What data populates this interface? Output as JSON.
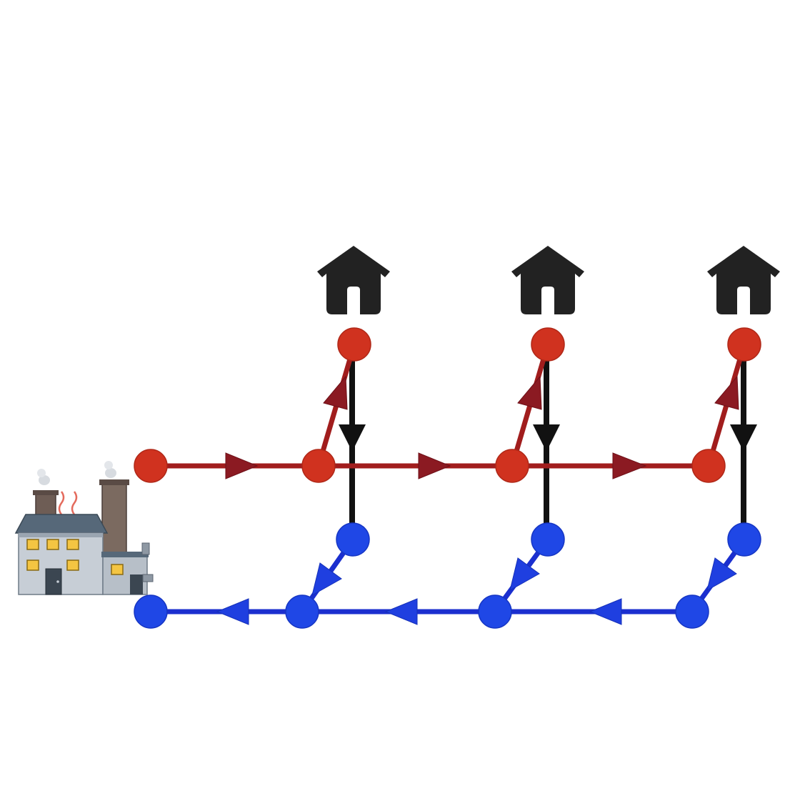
{
  "colors": {
    "background": "#ffffff",
    "supply_node": "#d0321f",
    "supply_pipe": "#a11d1d",
    "supply_arrow": "#8b1a22",
    "return_node": "#1f47e6",
    "return_pipe": "#1b2fcf",
    "connector": "#111111",
    "house": "#222222"
  },
  "icons": {
    "source": "factory-icon",
    "consumer": "house-icon"
  },
  "consumers": [
    {
      "icon": "house-icon"
    },
    {
      "icon": "house-icon"
    },
    {
      "icon": "house-icon"
    }
  ],
  "flow": {
    "supply_direction": "left-to-right",
    "return_direction": "right-to-left",
    "branch_direction": "down"
  }
}
